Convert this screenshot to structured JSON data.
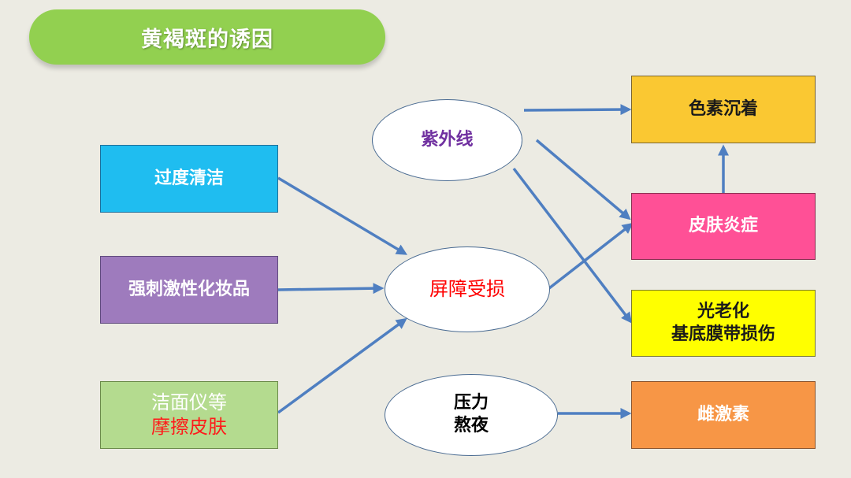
{
  "title": "黄褐斑的诱因",
  "causes": [
    {
      "id": "over-cleaning",
      "lines": [
        "过度清洁"
      ],
      "fill": "#1fbdf0",
      "border": "#1f6f9a",
      "color": "#ffffff"
    },
    {
      "id": "irritating-cosmetics",
      "lines": [
        "强刺激性化妆品"
      ],
      "fill": "#9e7bbd",
      "border": "#5f4a7d",
      "color": "#ffffff"
    },
    {
      "id": "cleansing-device",
      "lines": [
        "洁面仪等",
        "摩擦皮肤"
      ],
      "fill": "#b4db8f",
      "border": "#6b8a4a",
      "line_colors": [
        "#ffffff",
        "#ff1a1a"
      ]
    }
  ],
  "ovals": [
    {
      "id": "uv",
      "lines": [
        "紫外线"
      ],
      "color": "#7030a0"
    },
    {
      "id": "barrier-damage",
      "lines": [
        "屏障受损"
      ],
      "color": "#ff0000"
    },
    {
      "id": "stress-late-night",
      "lines": [
        "压力",
        "熬夜"
      ],
      "color": "#000000"
    }
  ],
  "results": [
    {
      "id": "pigmentation",
      "lines": [
        "色素沉着"
      ],
      "fill": "#fac832",
      "border": "#7a6530",
      "color": "#1a1a1a"
    },
    {
      "id": "skin-inflammation",
      "lines": [
        "皮肤炎症"
      ],
      "fill": "#ff5096",
      "border": "#8a3050",
      "color": "#ffffff"
    },
    {
      "id": "photoaging",
      "lines": [
        "光老化",
        "基底膜带损伤"
      ],
      "fill": "#ffff00",
      "border": "#7a7a30",
      "color": "#1a1a1a"
    },
    {
      "id": "estrogen",
      "lines": [
        "雌激素"
      ],
      "fill": "#f79646",
      "border": "#8a5530",
      "color": "#ffffff"
    }
  ],
  "arrow_color": "#4f7fc1"
}
